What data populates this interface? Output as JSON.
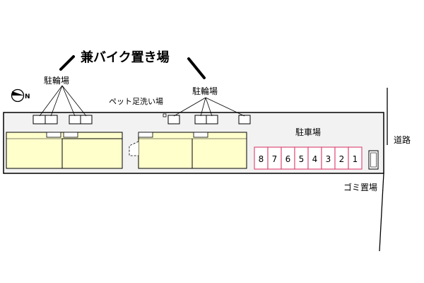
{
  "title": "兼バイク置き場",
  "labels": {
    "bicycle_parking_left": "駐輪場",
    "bicycle_parking_right": "駐輪場",
    "pet_footwash": "ペット足洗い場",
    "car_parking": "駐車場",
    "road": "道路",
    "garbage": "ゴミ置場",
    "north": "N"
  },
  "parking_slots": [
    "8",
    "7",
    "6",
    "5",
    "4",
    "3",
    "2",
    "1"
  ],
  "colors": {
    "building": "#ffffcc",
    "lot": "#f2f2f2",
    "slot_border": "#e0507a",
    "slot_fill": "#ffffff"
  }
}
